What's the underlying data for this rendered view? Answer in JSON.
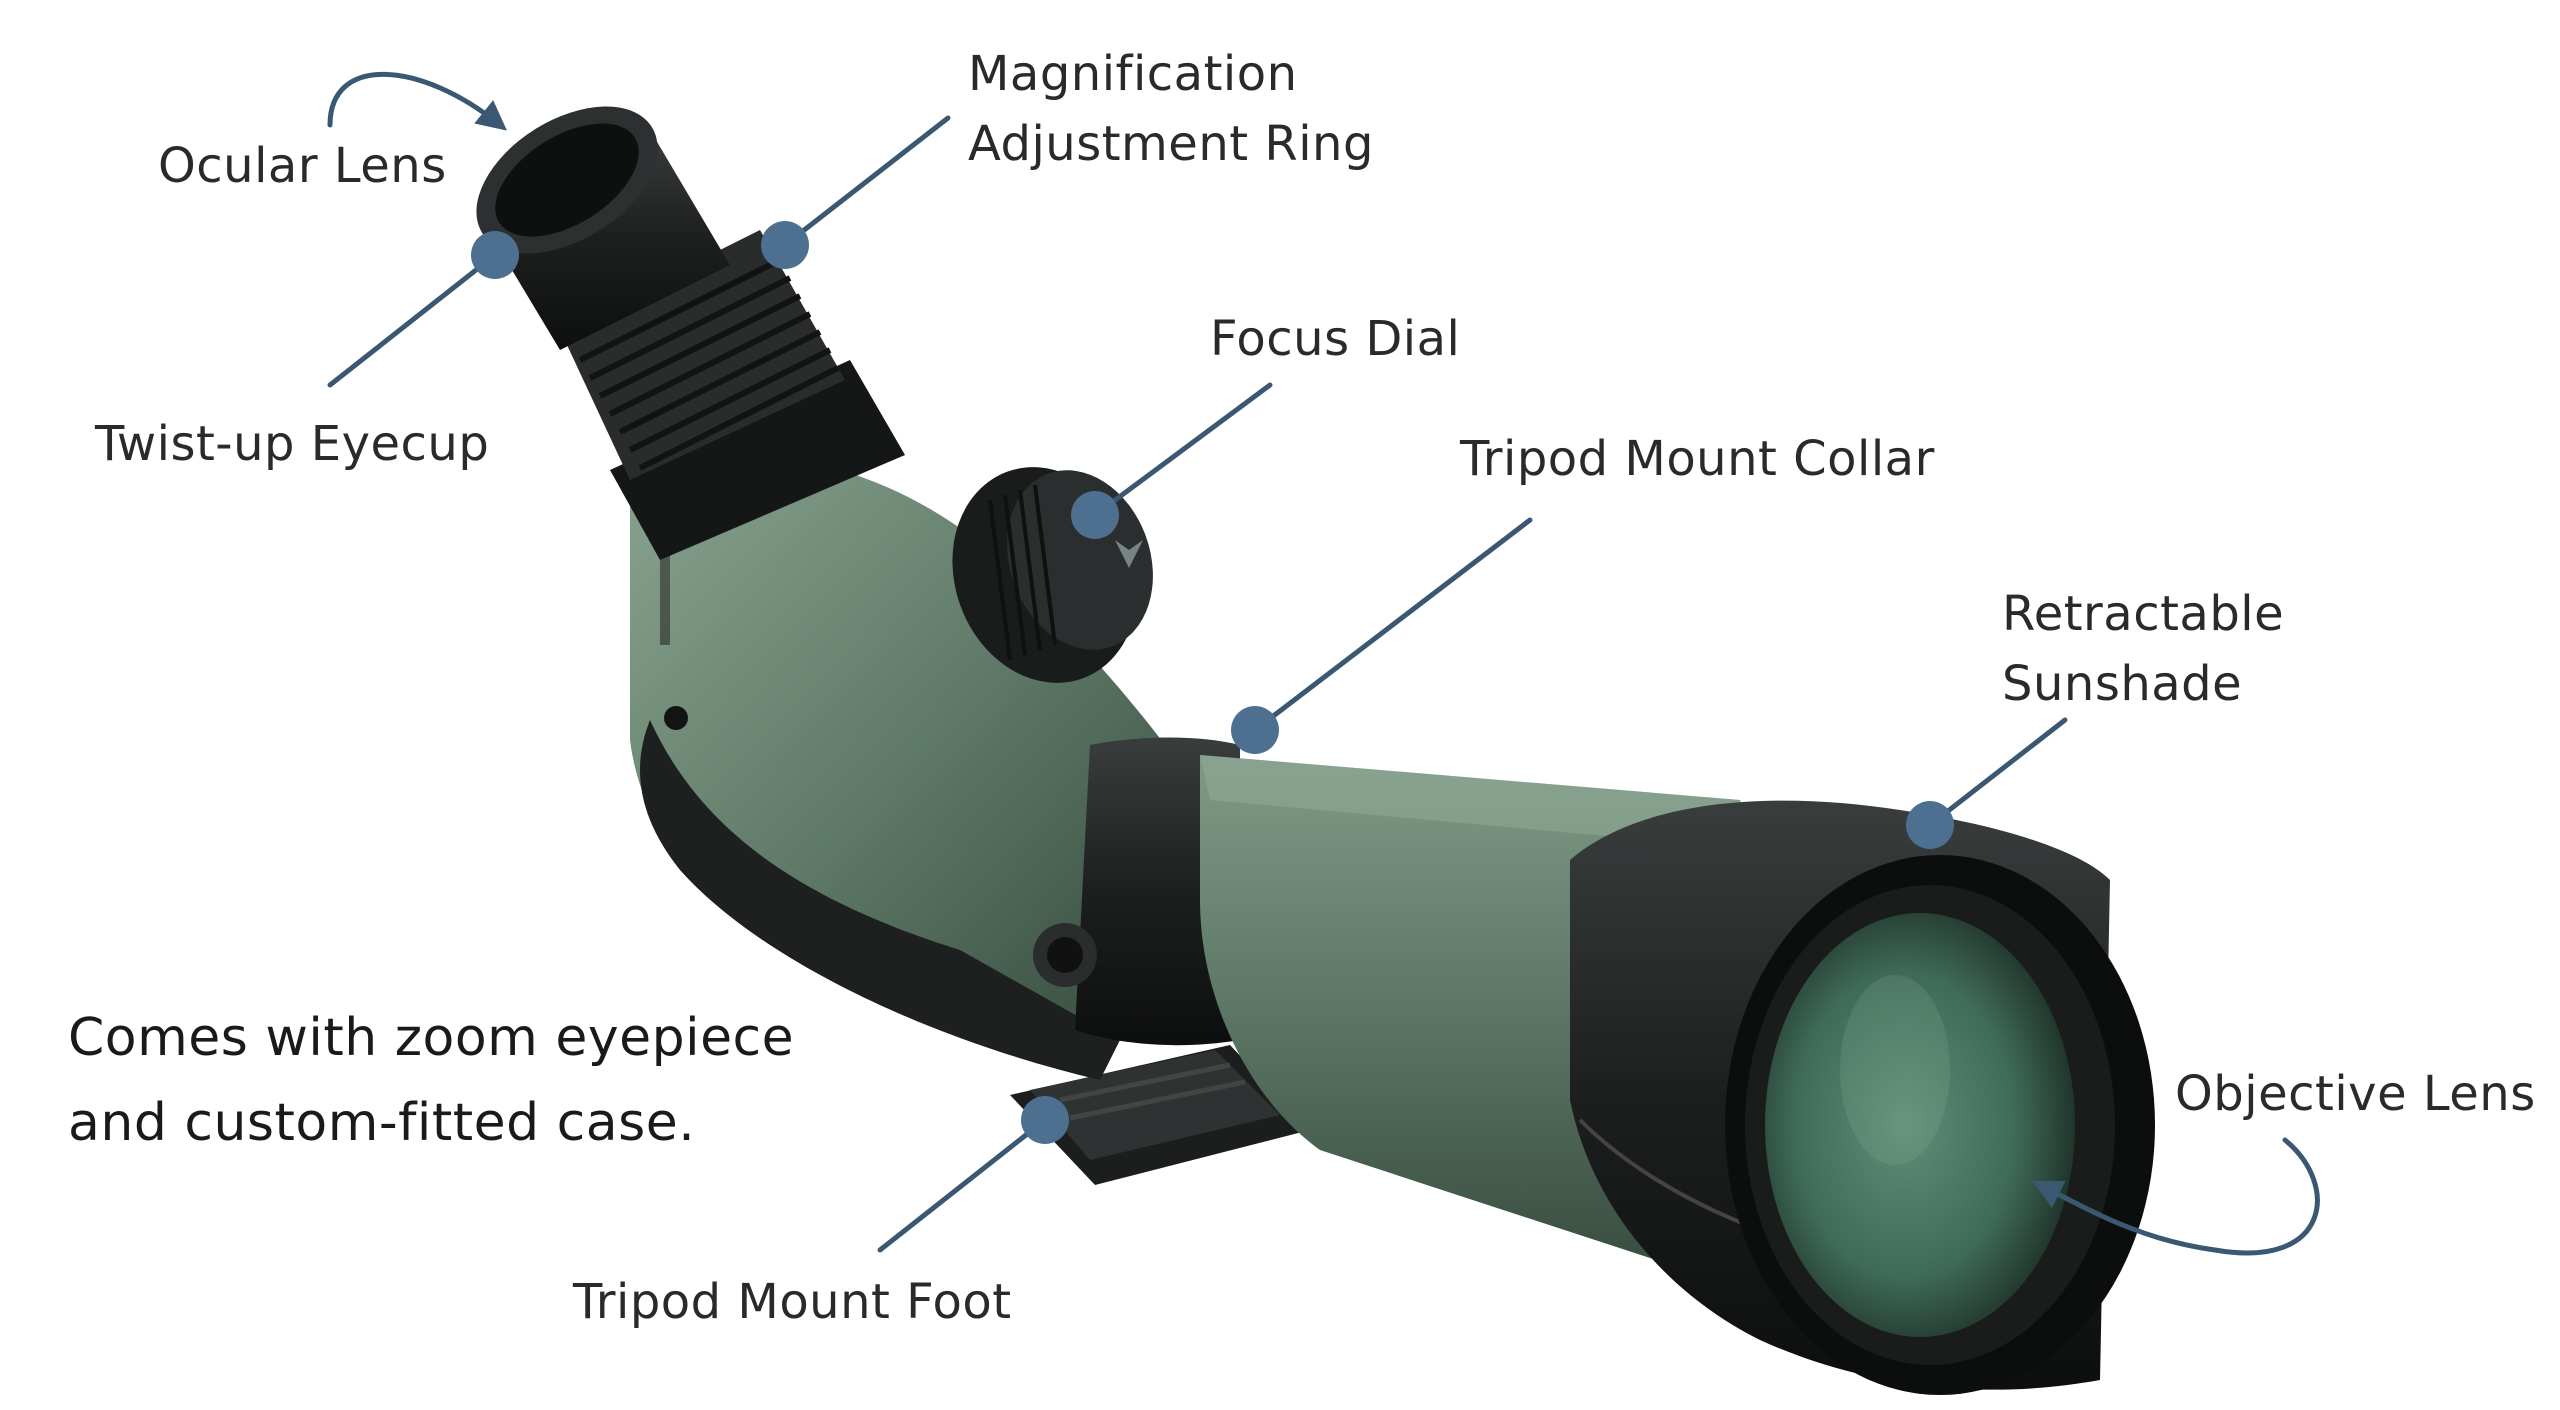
{
  "labels": {
    "ocular_lens": "Ocular Lens",
    "magnification_line1": "Magnification",
    "magnification_line2": "Adjustment Ring",
    "twist_up_eyecup": "Twist-up Eyecup",
    "focus_dial": "Focus Dial",
    "tripod_mount_collar": "Tripod Mount Collar",
    "sunshade_line1": "Retractable",
    "sunshade_line2": "Sunshade",
    "objective_lens": "Objective Lens",
    "tripod_mount_foot": "Tripod Mount Foot"
  },
  "note": {
    "line1": "Comes with zoom eyepiece",
    "line2": "and custom-fitted case."
  },
  "colors": {
    "body_green": "#5f7a68",
    "rubber_black": "#1d1f1f",
    "lens_glass": "#3f6a58",
    "leader": "#3b5873",
    "dot": "#4e7090"
  }
}
